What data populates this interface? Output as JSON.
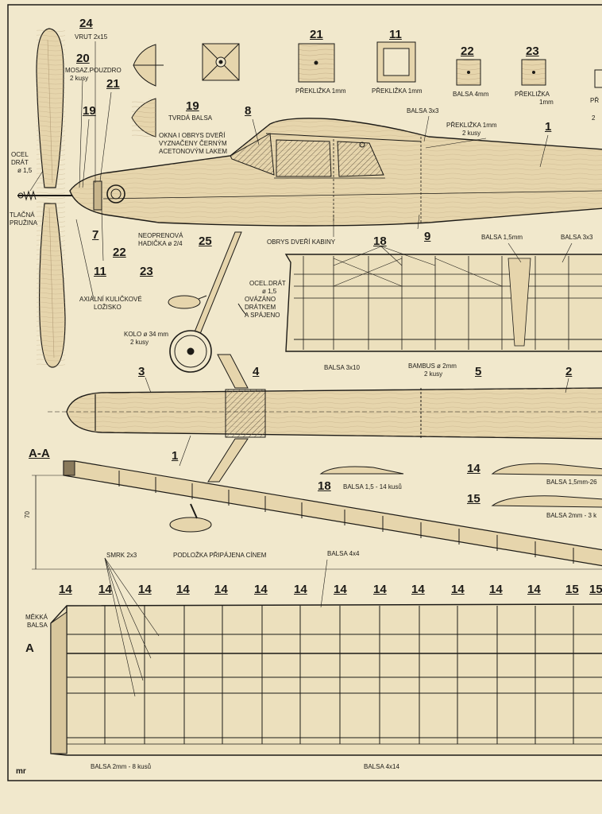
{
  "palette": {
    "paper": "#f1e8cc",
    "ink": "#1d1b17",
    "wood": "#e6d5ac",
    "grain": "#b59e78",
    "hatch": "#6a5e4a"
  },
  "parts": {
    "p24": {
      "num": "24",
      "note": "VRUT 2x15"
    },
    "p20": {
      "num": "20",
      "note": "MOSAZ.POUZDRO",
      "qty": "2 kusy"
    },
    "p21a": {
      "num": "21"
    },
    "p19a": {
      "num": "19"
    },
    "p19b": {
      "num": "19",
      "note": "TVRDÁ BALSA"
    },
    "p8": {
      "num": "8"
    },
    "p21b": {
      "num": "21",
      "note": "PŘEKLIŽKA 1mm"
    },
    "p11a": {
      "num": "11",
      "note": "PŘEKLIŽKA 1mm"
    },
    "p22a": {
      "num": "22",
      "note": "BALSA 4mm"
    },
    "p23a": {
      "num": "23",
      "note": "PŘEKLIŽKA",
      "note2": "1mm"
    },
    "edge_top": {
      "note": "PŘ",
      "note2": "2"
    },
    "p1a": {
      "num": "1"
    },
    "p7": {
      "num": "7"
    },
    "p22b": {
      "num": "22"
    },
    "p23b": {
      "num": "23"
    },
    "p11b": {
      "num": "11"
    },
    "p25": {
      "num": "25"
    },
    "p9": {
      "num": "9"
    },
    "p18a": {
      "num": "18"
    },
    "p3": {
      "num": "3"
    },
    "p4": {
      "num": "4"
    },
    "p5": {
      "num": "5"
    },
    "p2": {
      "num": "2"
    },
    "p1b": {
      "num": "1"
    },
    "p18b": {
      "num": "18",
      "note": "BALSA 1,5 - 14 kusů"
    },
    "p14a": {
      "num": "14",
      "note": "BALSA 1,5mm-26"
    },
    "p15a": {
      "num": "15",
      "note": "BALSA 2mm - 3 k"
    }
  },
  "notes": {
    "windows": [
      "OKNA I OBRYS DVEŘÍ",
      "VYZNAČENY ČERNÝM",
      "ACETONOVÝM LAKEM"
    ],
    "balsa3x3_top": "BALSA 3x3",
    "preklizka_top": "PŘEKLIŽKA 1mm",
    "preklizka_top_qty": "2 kusy",
    "ocel_drat": [
      "OCEL",
      "DRÁT",
      "ø 1,5"
    ],
    "tlacna": [
      "TLAČNÁ",
      "PRUŽINA"
    ],
    "neopren": [
      "NEOPRENOVÁ",
      "HADIČKA ø 2/4"
    ],
    "axial": [
      "AXIÁLNÍ KULIČKOVÉ",
      "LOŽISKO"
    ],
    "obrys_dveri": "OBRYS DVEŘÍ KABINY",
    "ocel_drat2": [
      "OCEL.DRÁT",
      "ø 1,5",
      "OVÁZÁNO",
      "DRÁTKEM",
      "A SPÁJENO"
    ],
    "kolo": [
      "KOLO ø 34 mm",
      "2 kusy"
    ],
    "balsa15": "BALSA 1,5mm",
    "balsa3x3_right": "BALSA 3x3",
    "balsa3x10": "BALSA   3x10",
    "bambus": [
      "BAMBUS ø 2mm",
      "2 kusy"
    ],
    "section": "A-A",
    "dim70": "70",
    "podlozka": "PODLOŽKA PŘIPÁJENA CÍNEM",
    "smrk": "SMRK 2x3",
    "balsa4x4": "BALSA 4x4",
    "mekka": [
      "MĚKKÁ",
      "BALSA"
    ],
    "markA": "A",
    "balsa2mm": "BALSA  2mm - 8 kusů",
    "balsa4x14": "BALSA  4x14",
    "sign": "mr"
  },
  "rib_labels": [
    "14",
    "14",
    "14",
    "14",
    "14",
    "14",
    "14",
    "14",
    "14",
    "14",
    "14",
    "14",
    "14",
    "15",
    "15"
  ]
}
